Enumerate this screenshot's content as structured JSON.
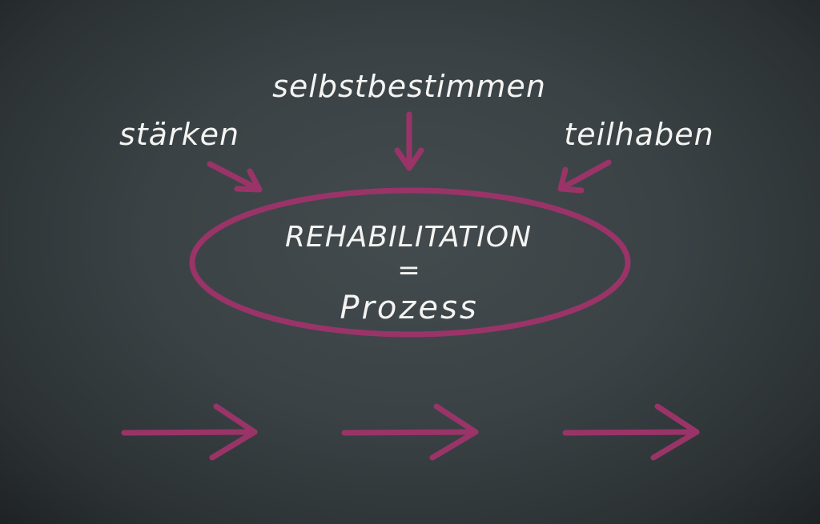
{
  "words": {
    "top": "selbstbestimmen",
    "left": "stärken",
    "right": "teilhaben"
  },
  "center": {
    "title": "REHABILITATION",
    "equals": "=",
    "subtitle": "Prozess"
  },
  "colors": {
    "accent": "#9a3468",
    "chalk": "#f4f4f2",
    "board": "#3a4245"
  }
}
